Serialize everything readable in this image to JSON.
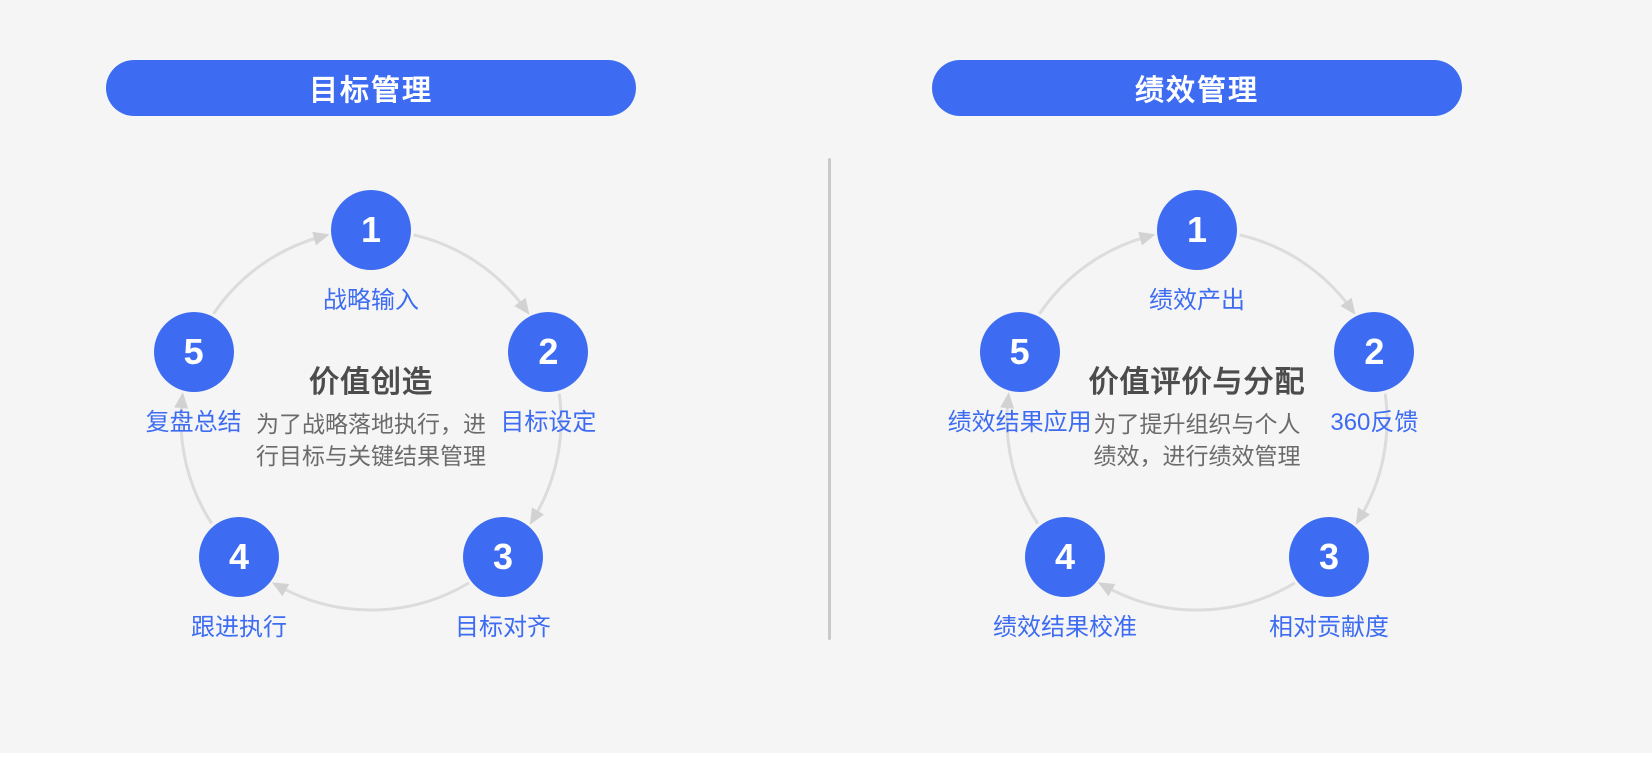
{
  "colors": {
    "background": "#f5f5f6",
    "accent": "#3d6cf2",
    "arc": "#dcdcdc",
    "arrow": "#d2d2d2",
    "title_text": "#4c4c4c",
    "desc_text": "#6b6b6b",
    "divider": "#c9c9c9",
    "pill_text": "#ffffff",
    "bottom_strip": "#ffffff"
  },
  "sections": [
    {
      "header": "目标管理",
      "center_title": "价值创造",
      "desc_lines": [
        "为了战略落地执行，进",
        "行目标与关键结果管理"
      ],
      "steps": [
        {
          "num": "1",
          "label": "战略输入"
        },
        {
          "num": "2",
          "label": "目标设定"
        },
        {
          "num": "3",
          "label": "目标对齐"
        },
        {
          "num": "4",
          "label": "跟进执行"
        },
        {
          "num": "5",
          "label": "复盘总结"
        }
      ]
    },
    {
      "header": "绩效管理",
      "center_title": "价值评价与分配",
      "desc_lines": [
        "为了提升组织与个人",
        "绩效，进行绩效管理"
      ],
      "steps": [
        {
          "num": "1",
          "label": "绩效产出"
        },
        {
          "num": "2",
          "label": "360反馈"
        },
        {
          "num": "3",
          "label": "相对贡献度"
        },
        {
          "num": "4",
          "label": "绩效结果校准"
        },
        {
          "num": "5",
          "label": "绩效结果应用"
        }
      ]
    }
  ]
}
